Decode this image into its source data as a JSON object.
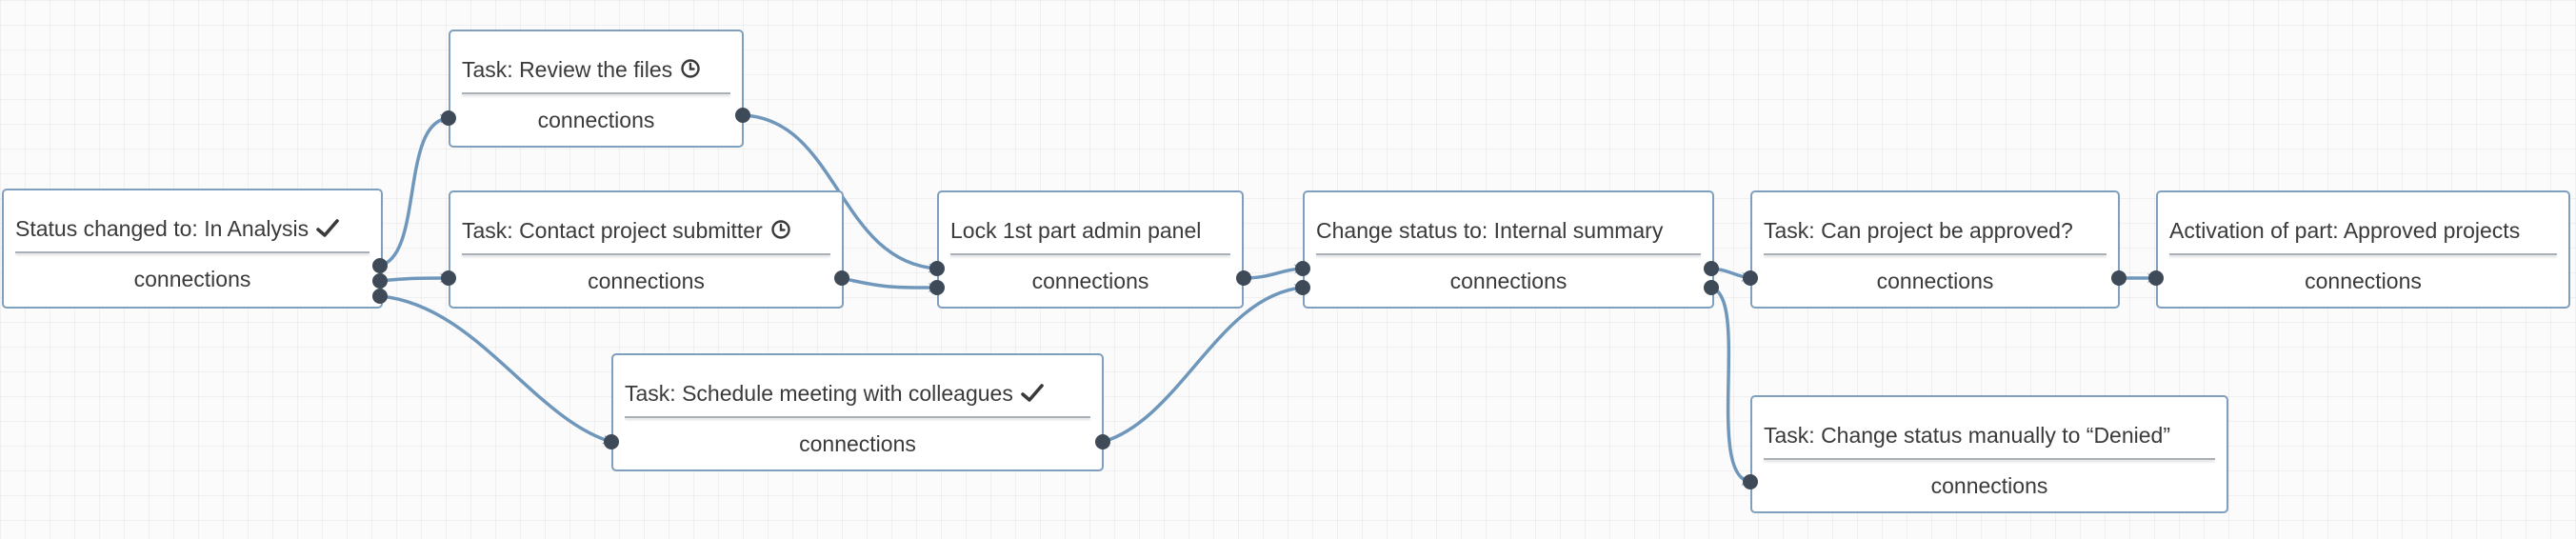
{
  "diagram": {
    "nodes": [
      {
        "id": "n1",
        "title": "Status changed to: In Analysis",
        "footer": "connections",
        "status_icon": "check-icon"
      },
      {
        "id": "n2",
        "title": "Task: Review the files",
        "footer": "connections",
        "status_icon": "clock-icon"
      },
      {
        "id": "n3",
        "title": "Task: Contact project submitter",
        "footer": "connections",
        "status_icon": "clock-icon"
      },
      {
        "id": "n4",
        "title": "Task: Schedule meeting with colleagues",
        "footer": "connections",
        "status_icon": "check-icon"
      },
      {
        "id": "n5",
        "title": "Lock 1st part admin panel",
        "footer": "connections",
        "status_icon": ""
      },
      {
        "id": "n6",
        "title": "Change status to: Internal summary",
        "footer": "connections",
        "status_icon": ""
      },
      {
        "id": "n7",
        "title": "Task: Can project be approved?",
        "footer": "connections",
        "status_icon": ""
      },
      {
        "id": "n8",
        "title": "Activation of part: Approved projects",
        "footer": "connections",
        "status_icon": ""
      },
      {
        "id": "n9",
        "title": "Task: Change status manually to “Denied”",
        "footer": "connections",
        "status_icon": ""
      }
    ],
    "edges": [
      {
        "from": "n1",
        "to": "n2"
      },
      {
        "from": "n1",
        "to": "n3"
      },
      {
        "from": "n1",
        "to": "n4"
      },
      {
        "from": "n2",
        "to": "n5"
      },
      {
        "from": "n3",
        "to": "n5"
      },
      {
        "from": "n5",
        "to": "n6"
      },
      {
        "from": "n4",
        "to": "n6"
      },
      {
        "from": "n6",
        "to": "n7"
      },
      {
        "from": "n6",
        "to": "n9"
      },
      {
        "from": "n7",
        "to": "n8"
      }
    ],
    "colors": {
      "edge": "#6f97bb",
      "node_border": "#7f9fbe",
      "port": "#3f4a58",
      "text": "#3a3a3a"
    }
  }
}
